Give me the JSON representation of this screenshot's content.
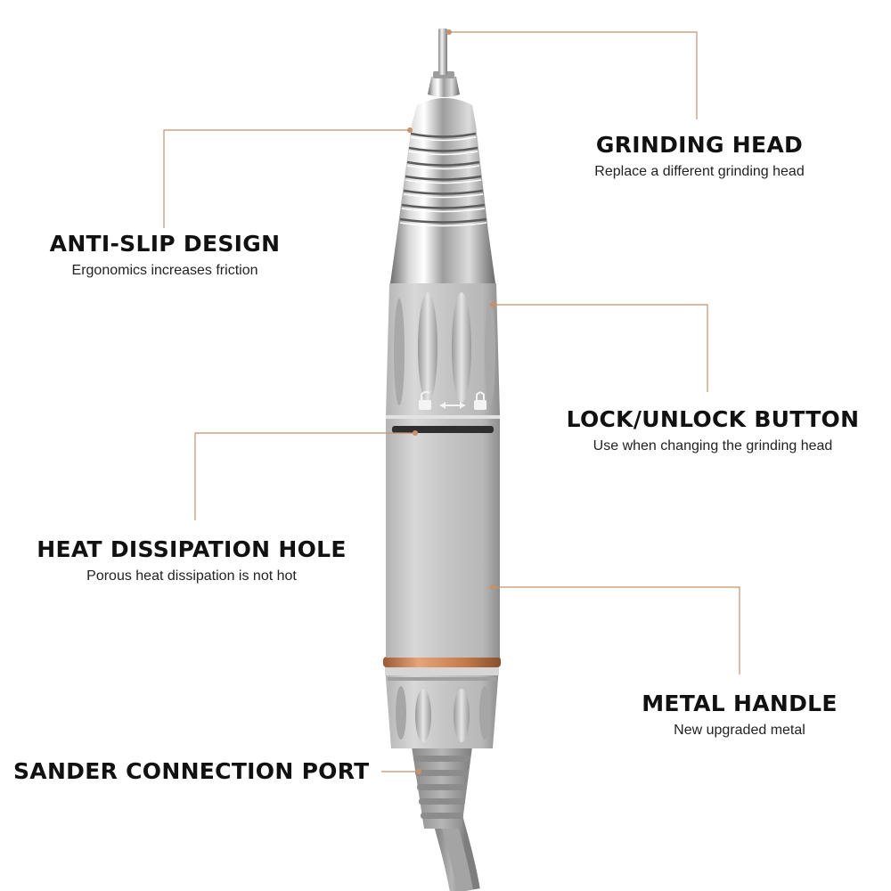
{
  "colors": {
    "background": "#ffffff",
    "leader_line": "#c8916a",
    "title_text": "#111111",
    "body_metal": "#c2c2c2",
    "copper_ring": "#c47a4a",
    "cable": "#9a9a9a"
  },
  "callouts": {
    "grinding_head": {
      "title": "GRINDING HEAD",
      "subtitle": "Replace a different grinding head"
    },
    "anti_slip": {
      "title": "ANTI-SLIP DESIGN",
      "subtitle": "Ergonomics increases friction"
    },
    "lock_unlock": {
      "title": "LOCK/UNLOCK BUTTON",
      "subtitle": "Use when changing the grinding head"
    },
    "heat_hole": {
      "title": "HEAT DISSIPATION HOLE",
      "subtitle": "Porous heat dissipation is not hot"
    },
    "metal_handle": {
      "title": "METAL HANDLE",
      "subtitle": "New upgraded metal"
    },
    "connection_port": {
      "title": "SANDER CONNECTION PORT"
    }
  },
  "icons": [
    "unlock-icon",
    "double-arrow-icon",
    "lock-icon"
  ]
}
